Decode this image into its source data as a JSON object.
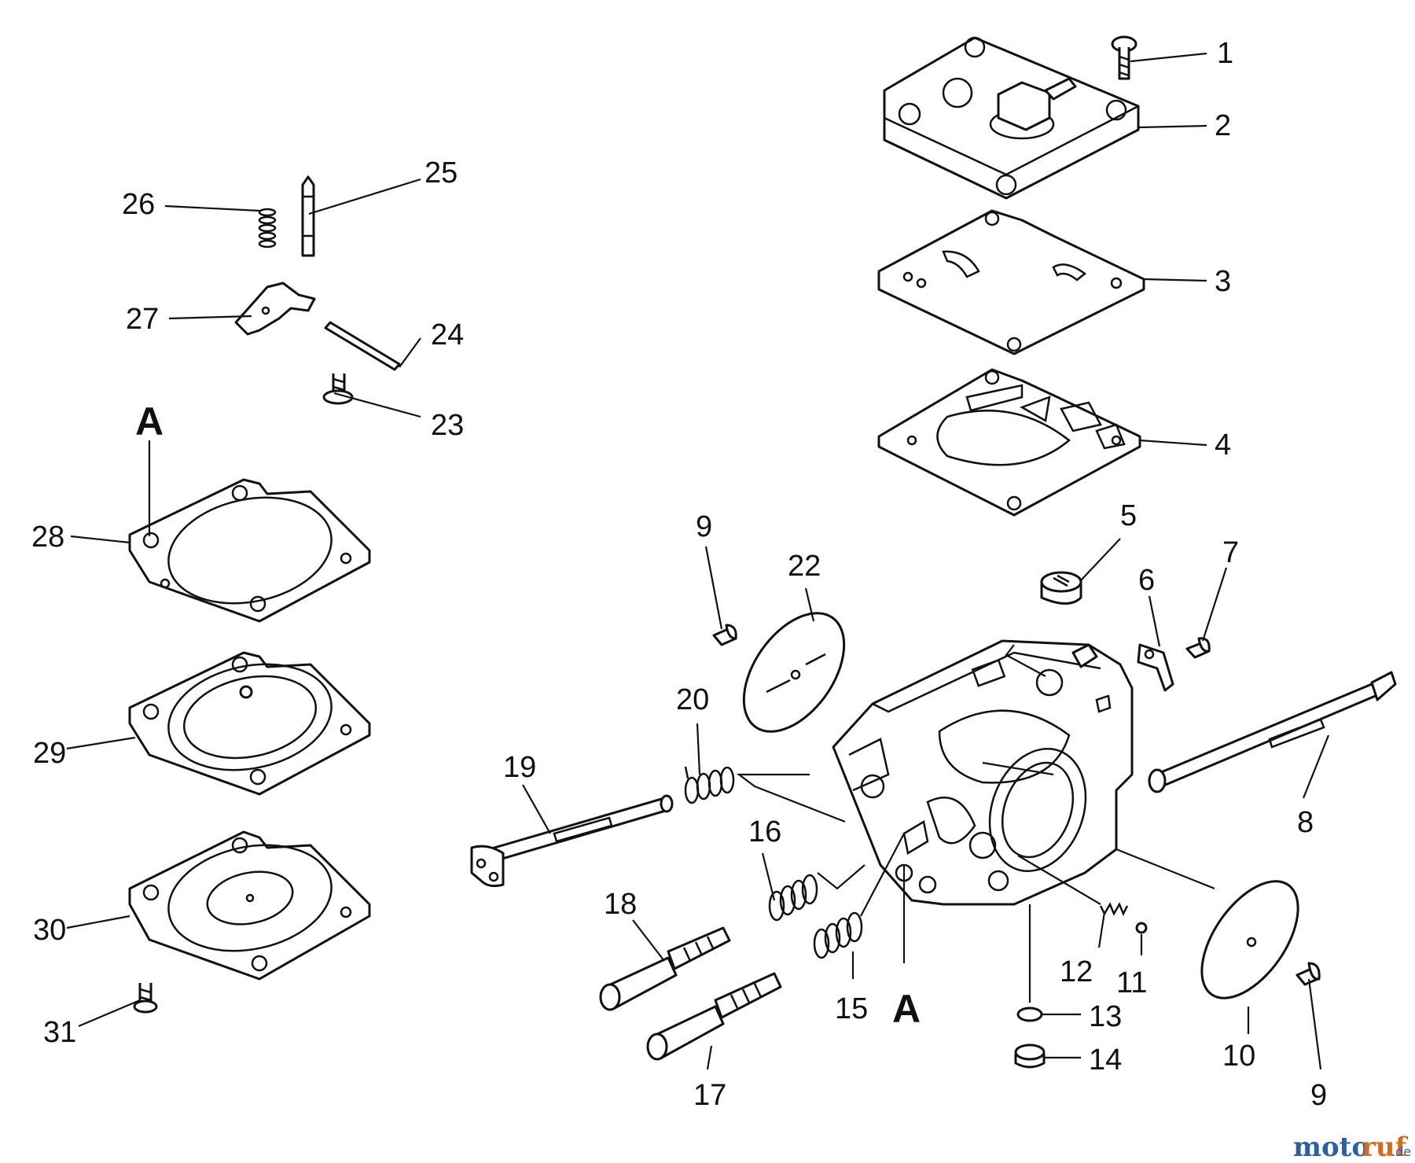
{
  "callouts": {
    "c1": "1",
    "c2": "2",
    "c3": "3",
    "c4": "4",
    "c5": "5",
    "c6": "6",
    "c7": "7",
    "c8": "8",
    "c9a": "9",
    "c9b": "9",
    "c10": "10",
    "c11": "11",
    "c12": "12",
    "c13": "13",
    "c14": "14",
    "c15": "15",
    "c16": "16",
    "c17": "17",
    "c18": "18",
    "c19": "19",
    "c20": "20",
    "c22": "22",
    "c23": "23",
    "c24": "24",
    "c25": "25",
    "c26": "26",
    "c27": "27",
    "c28": "28",
    "c29": "29",
    "c30": "30",
    "c31": "31",
    "markerA1": "A",
    "markerA2": "A"
  },
  "watermark": {
    "part1": "moto",
    "part2": "ruf",
    "suffix": ".de"
  }
}
